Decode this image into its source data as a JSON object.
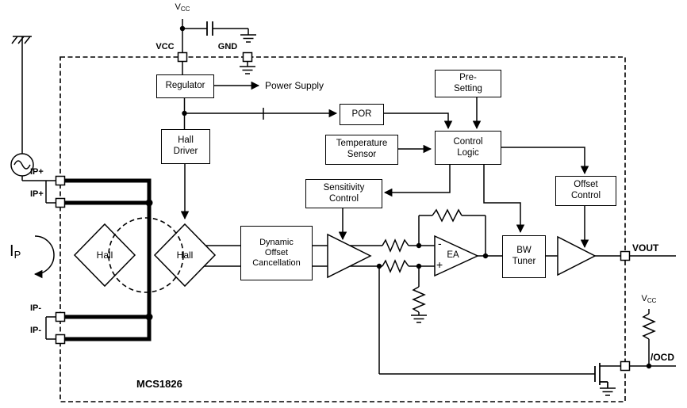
{
  "diagram": {
    "chip_name": "MCS1826",
    "supply": {
      "vcc_label": "V",
      "vcc_sub": "CC",
      "pullup_label": "V",
      "pullup_sub": "CC"
    },
    "pins": {
      "vcc": "VCC",
      "gnd": "GND",
      "ip_plus_a": "IP+",
      "ip_plus_b": "IP+",
      "ip_minus_a": "IP-",
      "ip_minus_b": "IP-",
      "vout": "VOUT",
      "ocd": "/OCD"
    },
    "primary_current": {
      "symbol": "I",
      "subscript": "P"
    },
    "notes": {
      "power_supply": "Power Supply"
    },
    "blocks": {
      "regulator": {
        "lines": [
          "Regulator"
        ]
      },
      "hall_driver": {
        "lines": [
          "Hall",
          "Driver"
        ]
      },
      "por": {
        "lines": [
          "POR"
        ]
      },
      "pre_setting": {
        "lines": [
          "Pre-",
          "Setting"
        ]
      },
      "temperature_sensor": {
        "lines": [
          "Temperature",
          "Sensor"
        ]
      },
      "control_logic": {
        "lines": [
          "Control",
          "Logic"
        ]
      },
      "sensitivity_control": {
        "lines": [
          "Sensitivity",
          "Control"
        ]
      },
      "offset_control": {
        "lines": [
          "Offset",
          "Control"
        ]
      },
      "dynamic_offset_cancellation": {
        "lines": [
          "Dynamic",
          "Offset",
          "Cancellation"
        ]
      },
      "bw_tuner": {
        "lines": [
          "BW",
          "Tuner"
        ]
      },
      "hall_element_left": {
        "label": "Hall"
      },
      "hall_element_right": {
        "label": "Hall"
      },
      "error_amplifier": {
        "label": "EA",
        "inverting": "-",
        "non_inverting": "+"
      }
    }
  }
}
